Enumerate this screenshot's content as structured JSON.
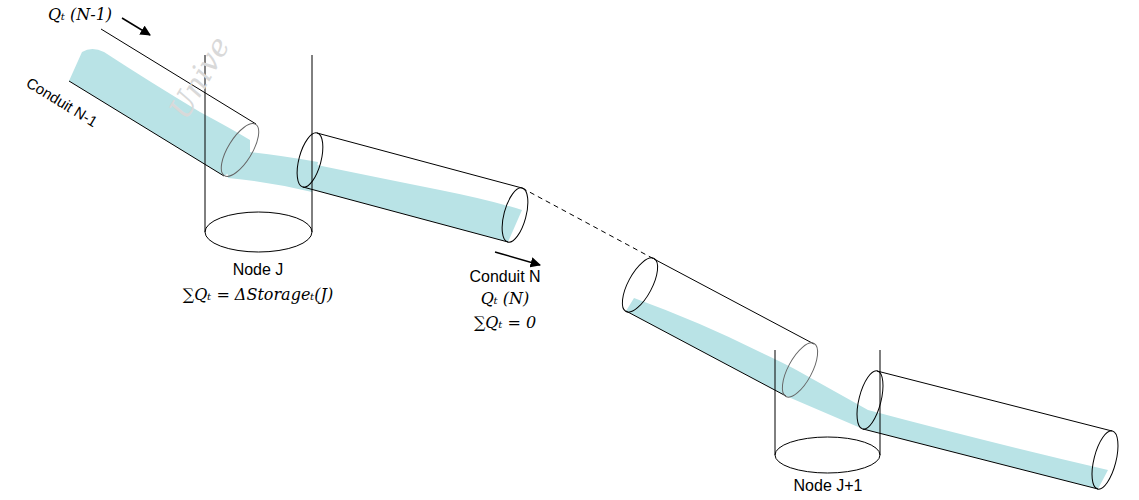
{
  "diagram": {
    "labels": [
      "Qₜ (N-1)",
      "Conduit N-1",
      "Node J",
      "∑Qₜ = ΔStorageₜ(J)",
      "Conduit N",
      "Qₜ (N)",
      "∑Qₜ = 0",
      "Node J+1",
      "Unive"
    ]
  }
}
